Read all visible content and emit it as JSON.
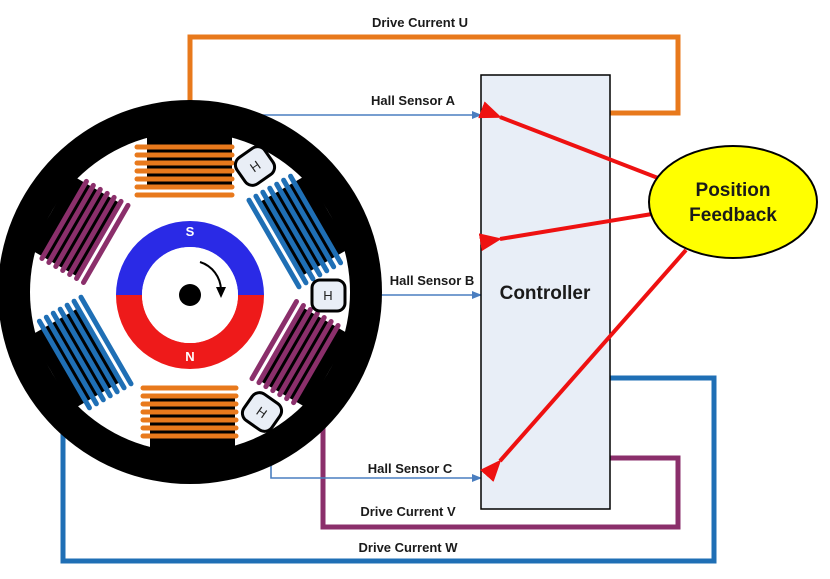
{
  "colors": {
    "orange": "#e8791c",
    "blue": "#1f6fb5",
    "purple": "#8b2f6b",
    "red_arrow": "#ee1111",
    "feedback_fill": "#ffff00",
    "controller_fill": "#e8eef7",
    "sensor_line": "#4a7ec0",
    "magnet_south": "#2a2ae6",
    "magnet_north": "#ee1a1a"
  },
  "labels": {
    "drive_u": "Drive Current U",
    "drive_v": "Drive Current V",
    "drive_w": "Drive Current W",
    "hall_a": "Hall Sensor A",
    "hall_b": "Hall Sensor B",
    "hall_c": "Hall Sensor C",
    "controller": "Controller",
    "feedback_line1": "Position",
    "feedback_line2": "Feedback",
    "pole_s": "S",
    "pole_n": "N",
    "hall_symbol": "H"
  }
}
